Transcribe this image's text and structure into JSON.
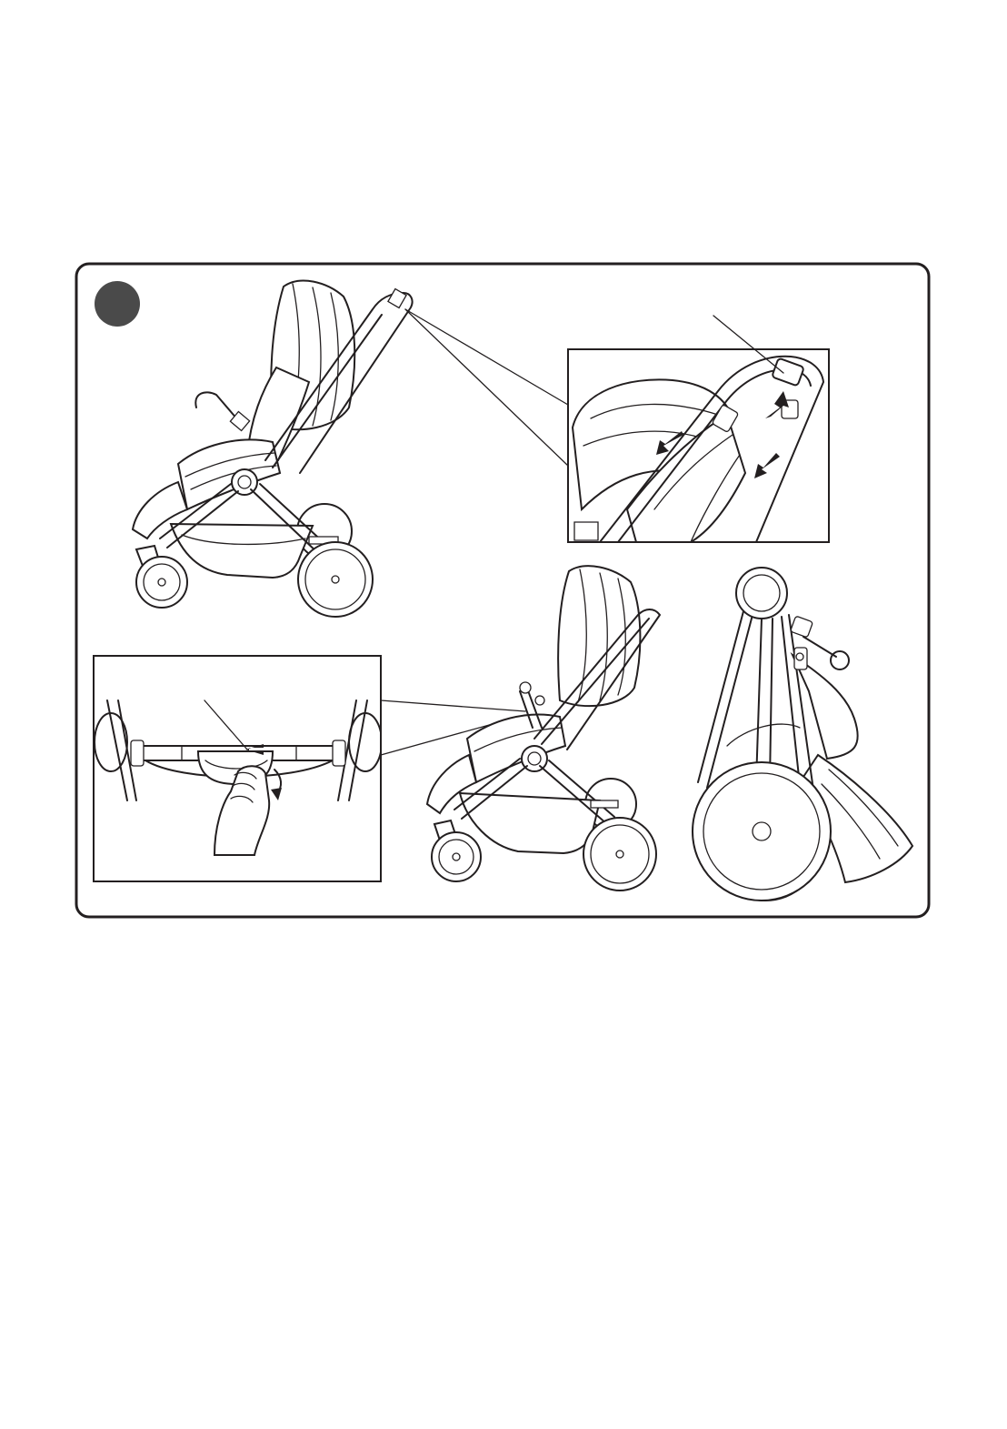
{
  "figure": {
    "step_badge_color": "#4a4a4a",
    "line_color": "#231f20",
    "panels": [
      {
        "name": "unfolded-stroller-side-view"
      },
      {
        "name": "handle-button-detail",
        "icon": "push-button-arrows"
      },
      {
        "name": "footrest-handle-release-detail",
        "icon": "hand-pull-lever"
      },
      {
        "name": "folding-stroller-side-view"
      },
      {
        "name": "fully-folded-stroller"
      }
    ]
  }
}
